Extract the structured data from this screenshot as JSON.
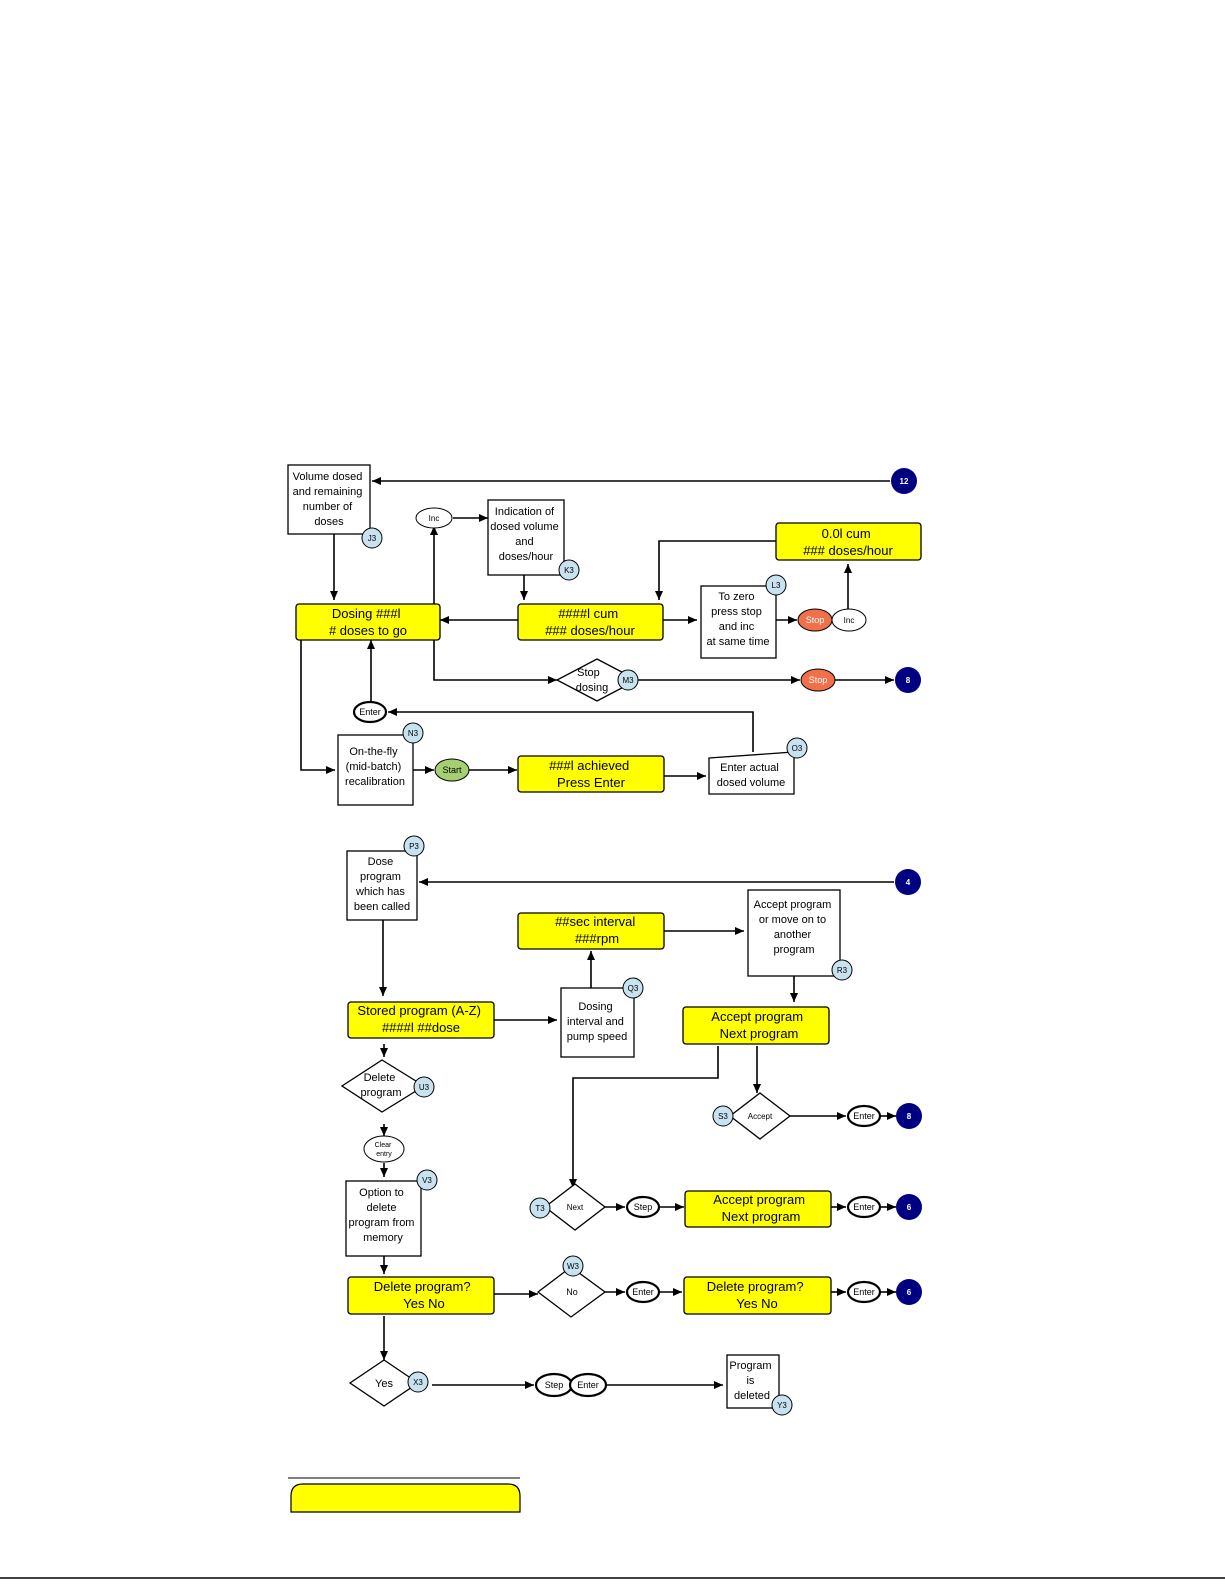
{
  "colors": {
    "yellow": "#ffff00",
    "box_stroke": "#000000",
    "ref_circle": "#c8e3ef",
    "connector": "#000080",
    "stop_key": "#f0704a",
    "start_key": "#a6cf73",
    "bottom_rule": "#000000"
  },
  "flow1": {
    "volume_dosed": [
      "Volume dosed",
      "and remaining",
      "number of",
      "doses"
    ],
    "dosing_display": [
      "Dosing ###l",
      "# doses to go"
    ],
    "indication": [
      "Indication of",
      "dosed volume",
      "and",
      "doses/hour"
    ],
    "cum_display": [
      "####l    cum",
      "### doses/hour"
    ],
    "zero_display": [
      "0.0l    cum",
      "### doses/hour"
    ],
    "to_zero": [
      "To zero",
      "press stop",
      "and inc",
      "at same time"
    ],
    "stop_dosing": [
      "Stop",
      "dosing"
    ],
    "on_the_fly": [
      "On-the-fly",
      "(mid-batch)",
      "recalibration"
    ],
    "achieved_display": [
      "###l achieved",
      "Press Enter"
    ],
    "enter_actual": [
      "Enter actual",
      "dosed volume"
    ]
  },
  "flow2": {
    "dose_program": [
      "Dose",
      "program",
      "which has",
      "been called"
    ],
    "interval_display": [
      "##sec interval",
      "###rpm"
    ],
    "accept_or_move": [
      "Accept program",
      "or move on to",
      "another",
      "program"
    ],
    "stored_display": [
      "Stored program (A-Z)",
      "####l  ##dose"
    ],
    "dosing_interval": [
      "Dosing",
      "interval and",
      "pump speed"
    ],
    "accept_next_display": [
      "Accept program",
      "Next program"
    ],
    "accept_next_display_2": [
      "Accept program",
      "Next program"
    ],
    "delete_decision": [
      "Delete",
      "program"
    ],
    "clear_entry": [
      "Clear",
      "entry"
    ],
    "option_delete": [
      "Option to",
      "delete",
      "program from",
      "memory"
    ],
    "delete_display": [
      "Delete program?",
      "Yes No"
    ],
    "delete_display_2": [
      "Delete program?",
      "Yes No"
    ],
    "accept_decision": "Accept",
    "next_decision": "Next",
    "no_decision": "No",
    "yes_decision": "Yes",
    "program_deleted": [
      "Program",
      "is",
      "deleted"
    ]
  },
  "keys": {
    "inc": "Inc",
    "stop": "Stop",
    "enter": "Enter",
    "start": "Start",
    "step": "Step"
  },
  "refs": {
    "j3": "J3",
    "k3": "K3",
    "l3": "L3",
    "m3": "M3",
    "n3": "N3",
    "o3": "O3",
    "p3": "P3",
    "q3": "Q3",
    "r3": "R3",
    "s3": "S3",
    "t3": "T3",
    "u3": "U3",
    "v3": "V3",
    "w3": "W3",
    "x3": "X3",
    "y3": "Y3"
  },
  "connectors": {
    "c12": "12",
    "c8a": "8",
    "c4": "4",
    "c8b": "8",
    "c6a": "6",
    "c6b": "6"
  }
}
